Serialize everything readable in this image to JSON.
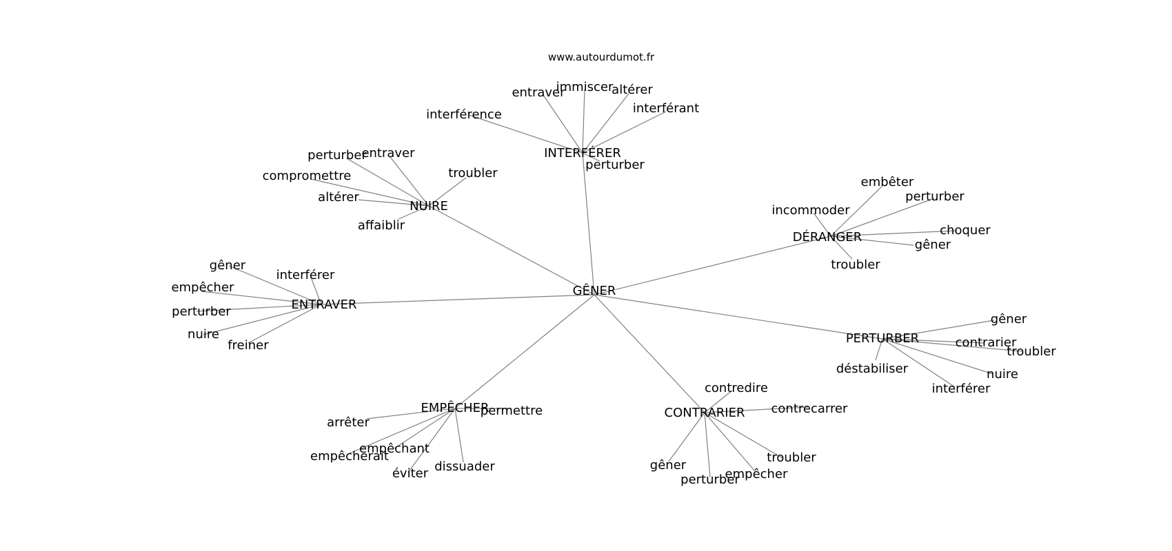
{
  "source": "www.autourdumot.fr",
  "center": "GÊNER",
  "clusters": [
    {
      "hub": "INTERFÉRER",
      "leaves": [
        "interférence",
        "entraver",
        "immiscer",
        "altérer",
        "interférant",
        "perturber"
      ]
    },
    {
      "hub": "NUIRE",
      "leaves": [
        "perturber",
        "entraver",
        "compromettre",
        "troubler",
        "altérer",
        "affaiblir"
      ]
    },
    {
      "hub": "DÉRANGER",
      "leaves": [
        "embêter",
        "perturber",
        "incommoder",
        "choquer",
        "gêner",
        "troubler"
      ]
    },
    {
      "hub": "ENTRAVER",
      "leaves": [
        "gêner",
        "interférer",
        "empêcher",
        "perturber",
        "nuire",
        "freiner"
      ]
    },
    {
      "hub": "PERTURBER",
      "leaves": [
        "gêner",
        "contrarier",
        "troubler",
        "déstabiliser",
        "nuire",
        "interférer"
      ]
    },
    {
      "hub": "EMPÊCHER",
      "leaves": [
        "permettre",
        "arrêter",
        "empêchant",
        "empêcherait",
        "éviter",
        "dissuader"
      ]
    },
    {
      "hub": "CONTRARIER",
      "leaves": [
        "contredire",
        "contrecarrer",
        "gêner",
        "troubler",
        "perturber",
        "empêcher"
      ]
    }
  ]
}
